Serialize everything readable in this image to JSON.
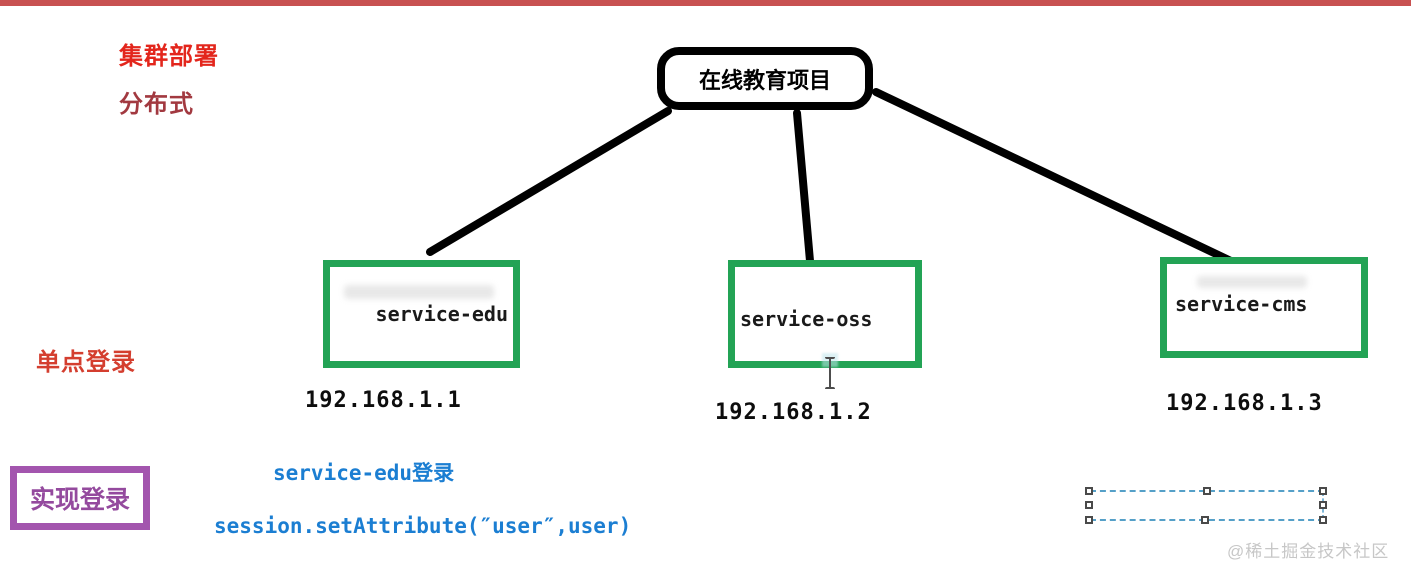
{
  "page": {
    "top_strip_color": "#c85151",
    "background": "#ffffff"
  },
  "annotations": {
    "cluster_deploy": {
      "text": "集群部署",
      "color": "#e3261c"
    },
    "distributed": {
      "text": "分布式",
      "color": "#a23940"
    },
    "single_sign_on": {
      "text": "单点登录",
      "color": "#d43e2f"
    }
  },
  "diagram": {
    "root": {
      "label": "在线教育项目"
    },
    "node_border_color": "#23a355",
    "nodes": [
      {
        "label": "service-edu",
        "ip": "192.168.1.1"
      },
      {
        "label": "service-oss",
        "ip": "192.168.1.2"
      },
      {
        "label": "service-cms",
        "ip": "192.168.1.3"
      }
    ]
  },
  "login": {
    "box_label": "实现登录",
    "box_border_color": "#a355ae",
    "box_text_color": "#944a9e",
    "note1": "service-edu登录",
    "note2": "session.setAttribute(″user″,user)",
    "note_color": "#1b7ed2"
  },
  "selection": {
    "dash_color": "#55a0c8"
  },
  "watermark": {
    "text": "@稀土掘金技术社区",
    "color": "#c7c7c7"
  }
}
